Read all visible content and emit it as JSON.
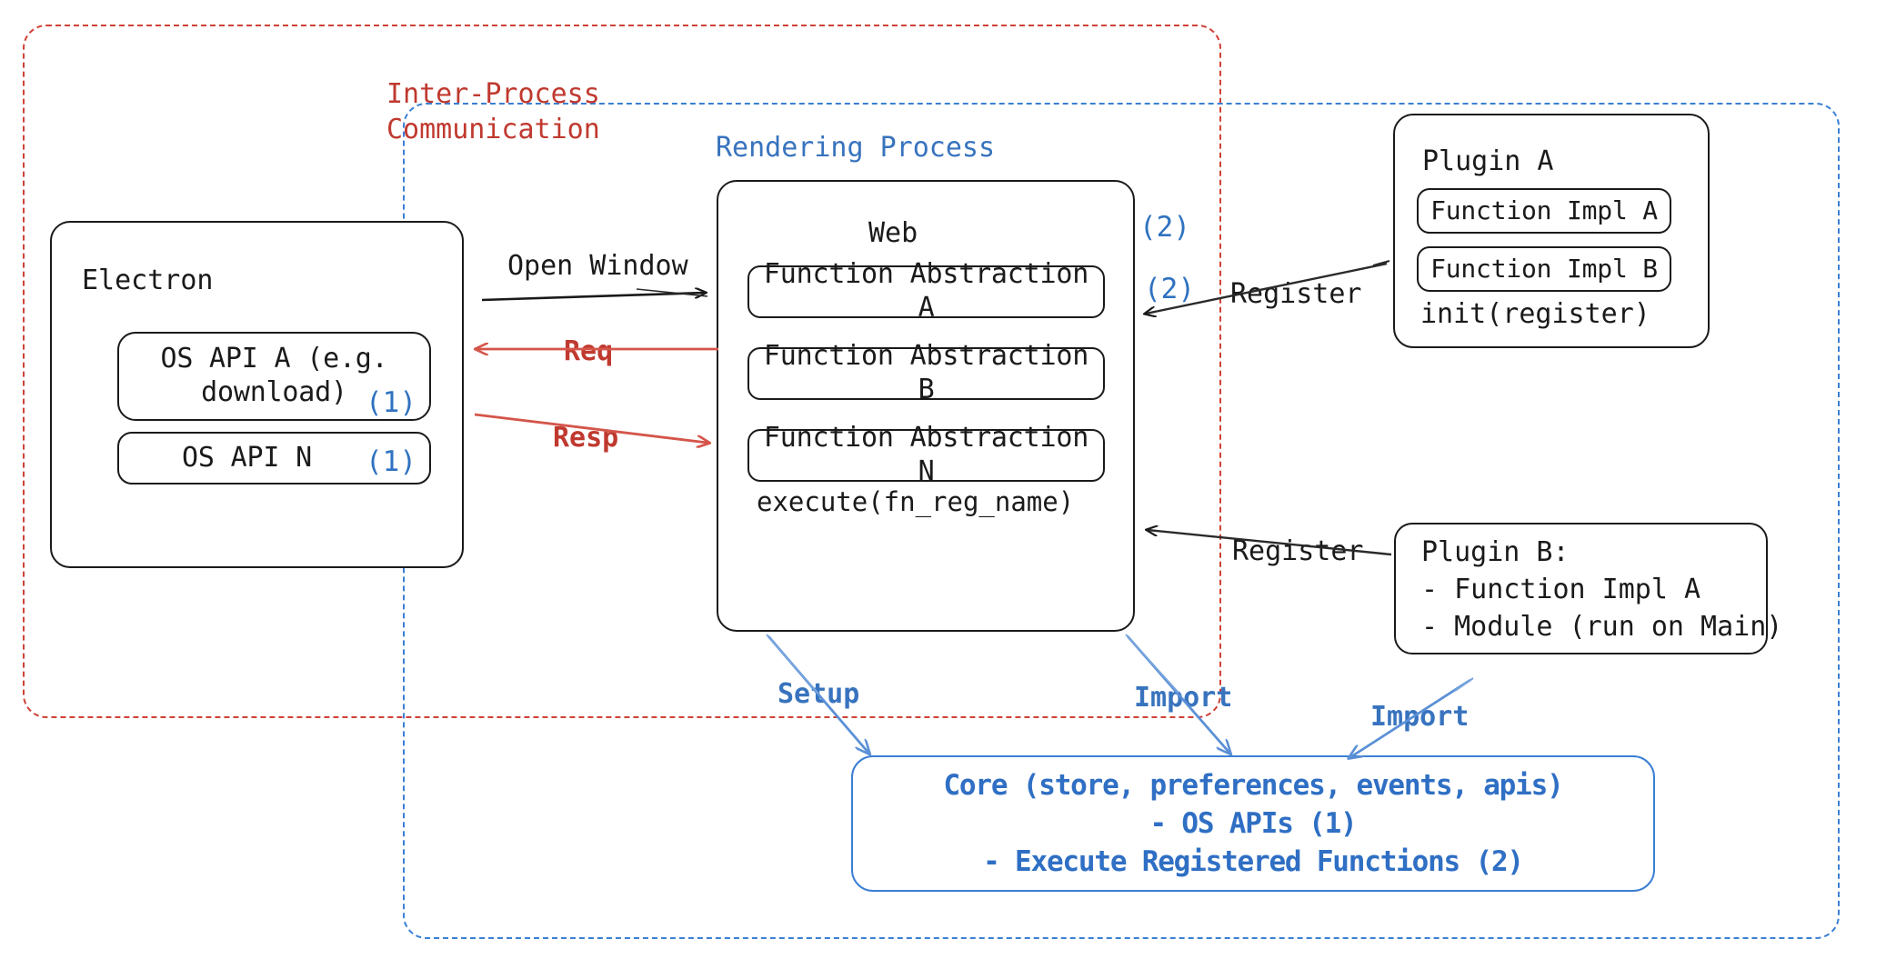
{
  "diagram": {
    "title_hidden": "",
    "colors": {
      "red": "#c0392f",
      "red_dashed": "#cf4136",
      "blue": "#3873be",
      "blue_dashed": "#3b7fd4",
      "black": "#1a1a1a"
    },
    "groups": {
      "ipc": {
        "label": "Inter-Process\nCommunication"
      },
      "rendering": {
        "label": "Rendering Process"
      }
    },
    "electron": {
      "title": "Electron",
      "items": [
        {
          "label": "OS API A (e.g.\ndownload)",
          "marker": "(1)"
        },
        {
          "label": "OS API N",
          "marker": "(1)"
        }
      ]
    },
    "web": {
      "title": "Web",
      "items": [
        {
          "label": "Function Abstraction A",
          "marker": "(2)"
        },
        {
          "label": "Function Abstraction B",
          "marker": "(2)"
        },
        {
          "label": "Function Abstraction N",
          "marker": ""
        }
      ],
      "footer": "execute(fn_reg_name)"
    },
    "plugin_a": {
      "title": "Plugin A",
      "items": [
        {
          "label": "Function Impl A"
        },
        {
          "label": "Function Impl B"
        }
      ],
      "footer": "init(register)"
    },
    "plugin_b": {
      "lines": [
        "Plugin B:",
        "- Function Impl A",
        "- Module (run on Main)"
      ]
    },
    "core": {
      "lines": [
        "Core (store, preferences, events, apis)",
        "- OS APIs (1)",
        "- Execute Registered Functions (2)"
      ]
    },
    "edges": [
      {
        "id": "open-window",
        "label": "Open Window",
        "color": "black"
      },
      {
        "id": "req",
        "label": "Req",
        "color": "red"
      },
      {
        "id": "resp",
        "label": "Resp",
        "color": "red"
      },
      {
        "id": "register-a",
        "label": "Register",
        "color": "black"
      },
      {
        "id": "register-b",
        "label": "Register",
        "color": "black"
      },
      {
        "id": "setup",
        "label": "Setup",
        "color": "blue"
      },
      {
        "id": "import-web",
        "label": "Import",
        "color": "blue"
      },
      {
        "id": "import-plugin-b",
        "label": "Import",
        "color": "blue"
      }
    ]
  }
}
